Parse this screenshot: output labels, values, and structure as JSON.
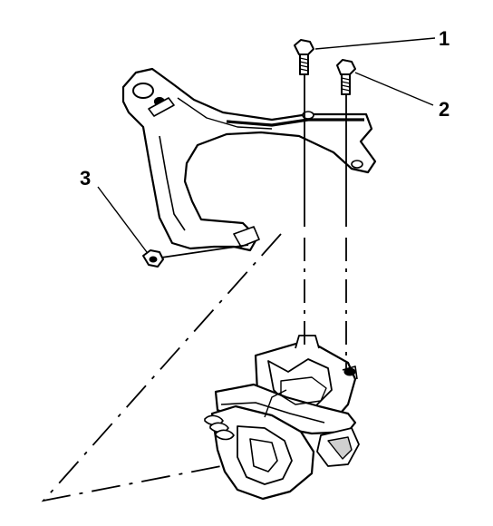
{
  "callouts": {
    "c1": "1",
    "c2": "2",
    "c3": "3"
  },
  "parts": {
    "bolt_1": "bolt-icon",
    "bolt_2": "bolt-icon",
    "nut_3": "nut-icon",
    "bracket": "bracket",
    "assembly": "component-assembly"
  },
  "colors": {
    "ink": "#000000",
    "paper": "#ffffff",
    "shade": "#cfcfcf"
  }
}
